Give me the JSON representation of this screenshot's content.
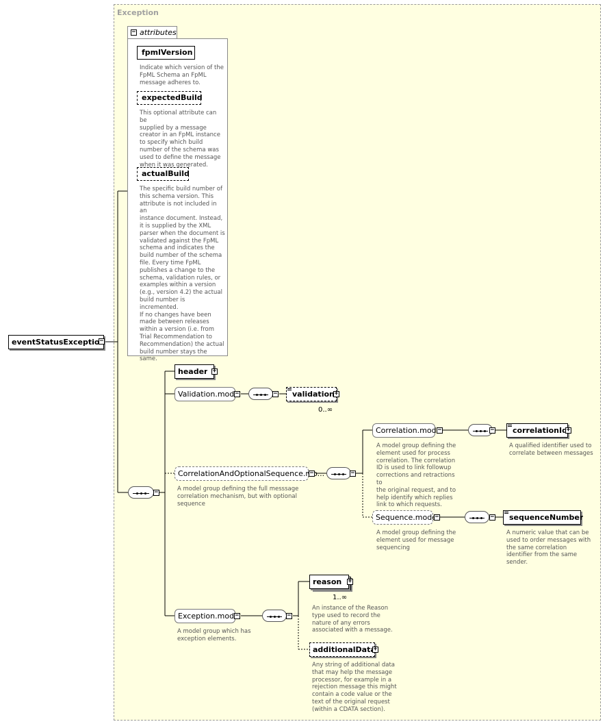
{
  "complex_type": {
    "title": "Exception"
  },
  "root": {
    "label": "eventStatusException"
  },
  "attributes": {
    "tab_label": "attributes",
    "items": [
      {
        "name": "fpmlVersion",
        "desc_lines": [
          "Indicate which version of the",
          "FpML Schema an FpML",
          "message adheres to."
        ]
      },
      {
        "name": "expectedBuild",
        "desc_lines": [
          "This optional attribute can be",
          "supplied by a message",
          "creator in an FpML instance",
          "to specify which build",
          "number of the schema was",
          "used to define the message",
          "when it was generated."
        ]
      },
      {
        "name": "actualBuild",
        "desc_lines": [
          "The specific build number of",
          "this schema version. This",
          "attribute is not included in an",
          "instance document. Instead,",
          "it is supplied by the XML",
          "parser when the document is",
          "validated against the FpML",
          "schema and indicates the",
          "build number of the schema",
          "file. Every time FpML",
          "publishes a change to the",
          "schema, validation rules, or",
          "examples within a version",
          "(e.g., version 4.2) the actual",
          "build number is incremented.",
          "If no changes have been",
          "made between releases",
          "within a version (i.e. from",
          "Trial Recommendation to",
          "Recommendation) the actual",
          "build number stays the",
          "same."
        ]
      }
    ]
  },
  "elements": {
    "header": {
      "label": "header"
    },
    "validation_model": {
      "label": "Validation.model"
    },
    "validation": {
      "label": "validation",
      "occurs": "0..∞"
    },
    "correlation_optional_sequence_model": {
      "label": "CorrelationAndOptionalSequence.mo...",
      "desc_lines": [
        "A model group defining the full messsage",
        "correlation mechanism, but with optional",
        "sequence"
      ]
    },
    "correlation_model": {
      "label": "Correlation.model",
      "desc_lines": [
        "A model group defining the",
        "element used for process",
        "correlation. The correlation",
        "ID is used to link followup",
        "corrections and retractions to",
        "the original request, and to",
        "help identify which replies",
        "link to which requests."
      ]
    },
    "correlation_id": {
      "label": "correlationId",
      "desc_lines": [
        "A qualified identifier used to",
        "correlate between messages"
      ]
    },
    "sequence_model": {
      "label": "Sequence.model",
      "desc_lines": [
        "A model group defining the",
        "element used for message",
        "sequencing"
      ]
    },
    "sequence_number": {
      "label": "sequenceNumber",
      "desc_lines": [
        "A numeric value that can be",
        "used to order messages with",
        "the same correlation",
        "identifier from the same",
        "sender."
      ]
    },
    "exception_model": {
      "label": "Exception.model",
      "desc_lines": [
        "A model group which has",
        "exception elements."
      ]
    },
    "reason": {
      "label": "reason",
      "occurs": "1..∞",
      "desc_lines": [
        "An instance of the Reason",
        "type used to record the",
        "nature of any errors",
        "associated with a message."
      ]
    },
    "additional_data": {
      "label": "additionalData",
      "desc_lines": [
        "Any string of additional data",
        "that may help the message",
        "processor, for example in a",
        "rejection message this might",
        "contain a code value or the",
        "text of the original request",
        "(within a CDATA section)."
      ]
    }
  },
  "colors": {
    "background": "#ffffe1",
    "description_text": "#555555",
    "title_text": "#a0a0a0"
  }
}
